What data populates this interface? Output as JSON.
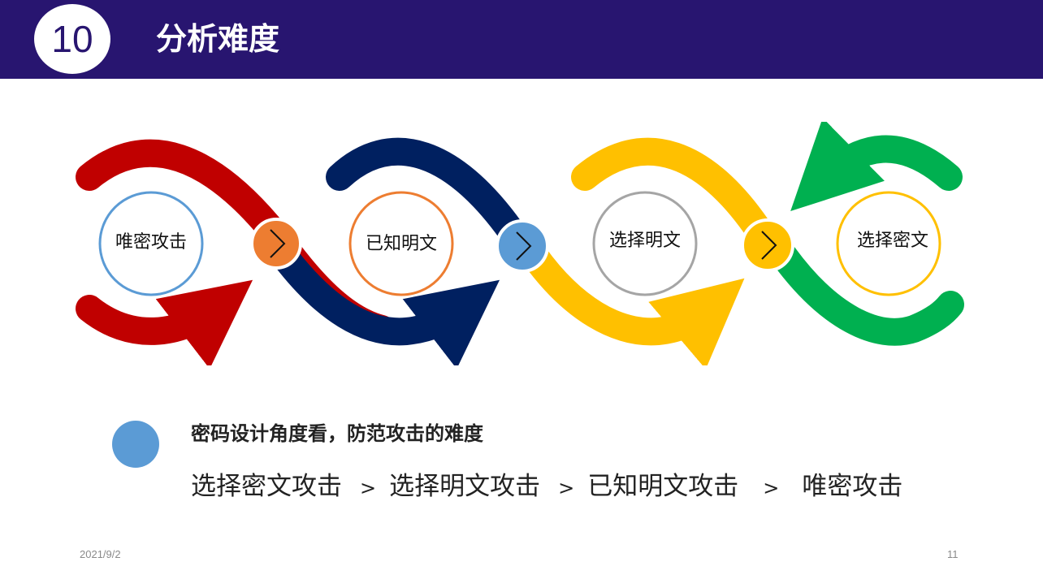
{
  "header": {
    "section_number": "10",
    "title": "分析难度"
  },
  "stages": [
    {
      "label": "唯密攻击",
      "color": "#c00000",
      "ring_color": "#5b9bd5"
    },
    {
      "label": "已知明文",
      "color": "#002060",
      "ring_color": "#ed7d31"
    },
    {
      "label": "选择明文",
      "color": "#ffc000",
      "ring_color": "#a5a5a5"
    },
    {
      "label": "选择密文",
      "color": "#00b050",
      "ring_color": "#ffc000"
    }
  ],
  "connectors": [
    {
      "icon": "chevron-right-icon",
      "color": "#ed7d31"
    },
    {
      "icon": "chevron-right-icon",
      "color": "#5b9bd5"
    },
    {
      "icon": "chevron-right-icon",
      "color": "#ffc000"
    }
  ],
  "bullet": {
    "color": "#5b9bd5",
    "heading": "密码设计角度看，防范攻击的难度",
    "order": [
      "选择密文攻击",
      "选择明文攻击",
      "已知明文攻击",
      "唯密攻击"
    ],
    "separator": ">"
  },
  "footer": {
    "date": "2021/9/2",
    "page": "11"
  }
}
